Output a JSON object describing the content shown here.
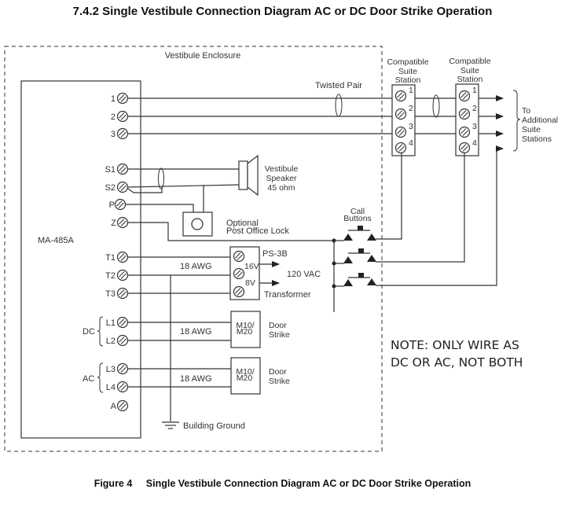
{
  "header": {
    "section_title": "7.4.2  Single Vestibule Connection Diagram AC or DC Door Strike Operation"
  },
  "diagram": {
    "enclosure_label": "Vestibule Enclosure",
    "controller_label": "MA-485A",
    "terminals": {
      "t1": "1",
      "t2": "2",
      "t3": "3",
      "s1": "S1",
      "s2": "S2",
      "p": "P",
      "z": "Z",
      "tt1": "T1",
      "tt2": "T2",
      "tt3": "T3",
      "l1": "L1",
      "l2": "L2",
      "l3": "L3",
      "l4": "L4",
      "a": "A"
    },
    "group_dc": "DC",
    "group_ac": "AC",
    "twisted_pair": "Twisted Pair",
    "speaker": {
      "line1": "Vestibule",
      "line2": "Speaker",
      "line3": "45 ohm"
    },
    "po_lock": {
      "line1": "Optional",
      "line2": "Post Office Lock"
    },
    "call_buttons": {
      "line1": "Call",
      "line2": "Buttons"
    },
    "transformer": {
      "model": "PS-3B",
      "v16": "16V",
      "v8": "8V",
      "input": "120 VAC",
      "label": "Transformer"
    },
    "wire_gauge": "18 AWG",
    "door_strike_dc": {
      "model1": "M10/",
      "model2": "M20",
      "line1": "Door",
      "line2": "Strike"
    },
    "door_strike_ac": {
      "model1": "M10/",
      "model2": "M20",
      "line1": "Door",
      "line2": "Strike"
    },
    "suite_station_1": {
      "line1": "Compatible",
      "line2": "Suite",
      "line3": "Station",
      "terms": [
        "1",
        "2",
        "3",
        "4"
      ]
    },
    "suite_station_2": {
      "line1": "Compatible",
      "line2": "Suite",
      "line3": "Station",
      "terms": [
        "1",
        "2",
        "3",
        "4"
      ]
    },
    "additional": {
      "line1": "To",
      "line2": "Additional",
      "line3": "Suite",
      "line4": "Stations"
    },
    "ground_label": "Building Ground",
    "note": {
      "line1": "NOTE:  ONLY WIRE AS",
      "line2": "DC OR AC, NOT BOTH"
    }
  },
  "footer": {
    "figure_number": "Figure 4",
    "figure_title": "Single Vestibule Connection Diagram AC or DC Door Strike Operation"
  }
}
